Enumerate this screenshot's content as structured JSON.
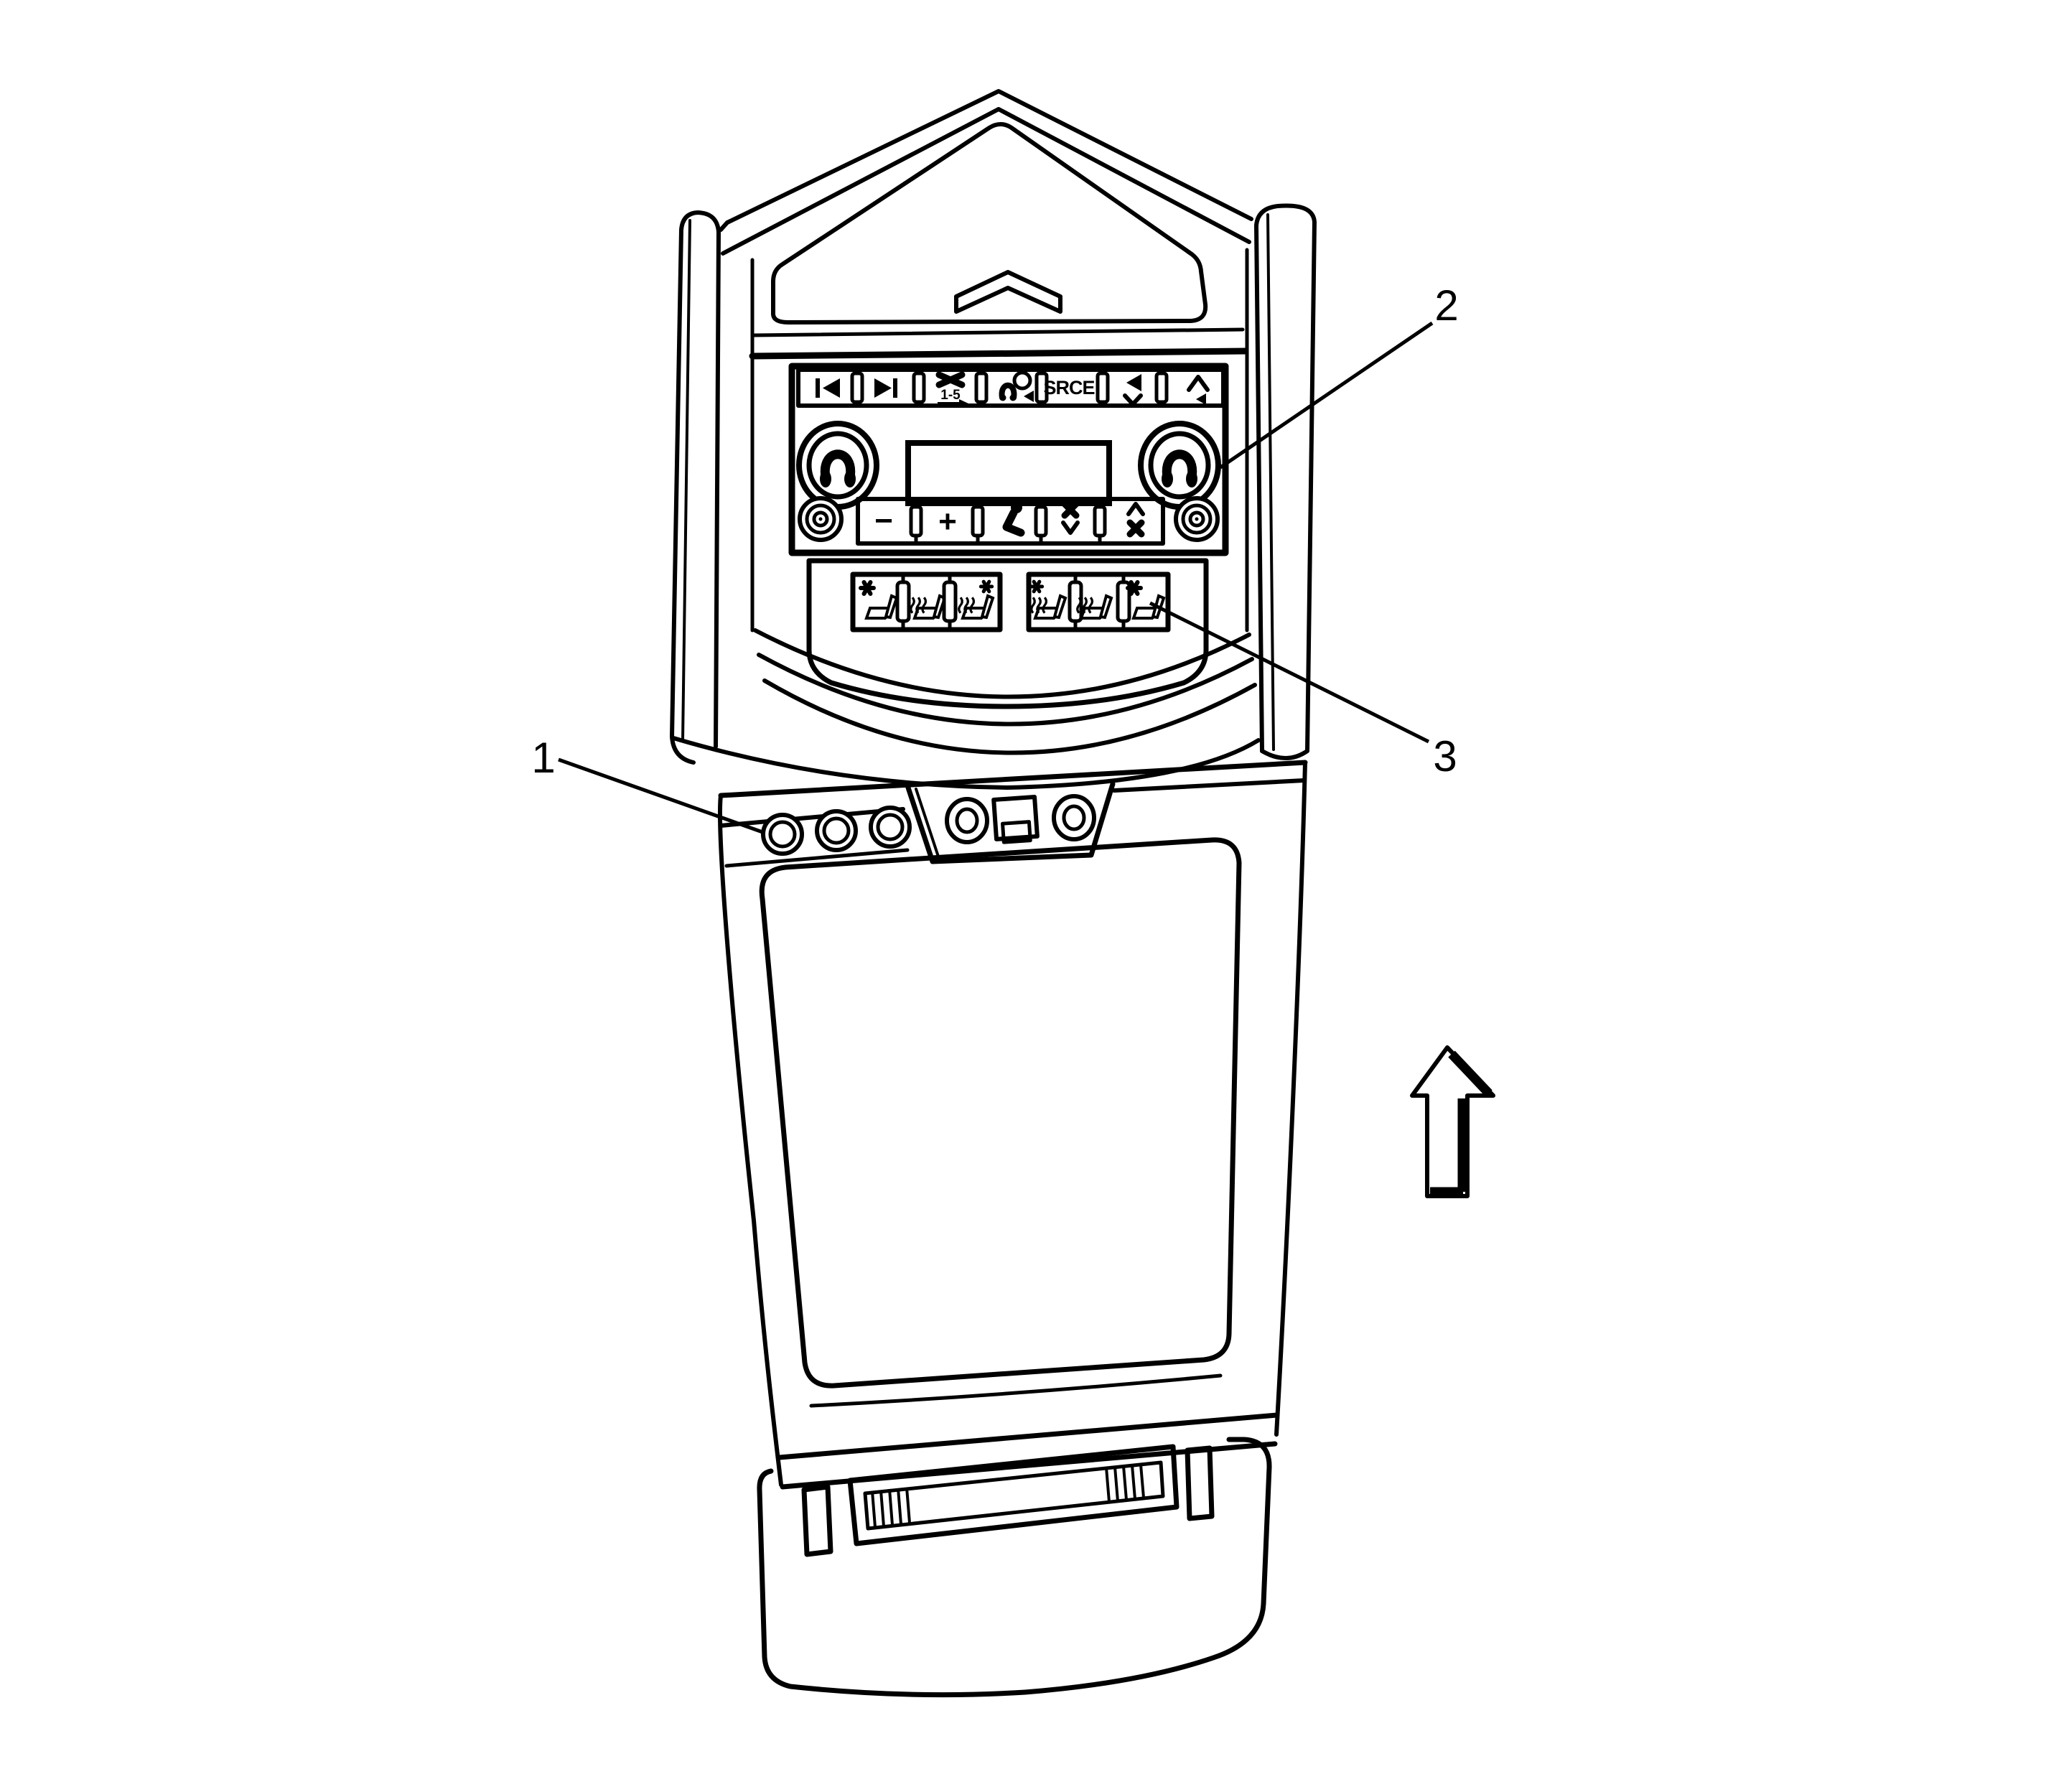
{
  "figure": {
    "kind": "service-manual-line-diagram",
    "subject": "rear floor console with rear audio controls and heated seat switches"
  },
  "colors": {
    "ink": "#000000",
    "paper": "#ffffff"
  },
  "callouts": {
    "one": {
      "label": "1",
      "target": "auxiliary-input-jacks"
    },
    "two": {
      "label": "2",
      "target": "rear-audio-control-panel"
    },
    "three": {
      "label": "3",
      "target": "heated-seat-switch-bank"
    }
  },
  "audio_panel": {
    "source_label": "SRCE",
    "disc_range_label": "1-5",
    "minus_label": "−",
    "plus_label": "+",
    "top_row_icons": [
      "previous-track-icon",
      "indicator-lamp",
      "next-track-icon",
      "indicator-lamp",
      "disc-1-5-icon",
      "indicator-lamp",
      "headphone-audio-icon",
      "indicator-lamp",
      "source-button",
      "indicator-lamp",
      "volume-down-icon",
      "indicator-lamp",
      "volume-up-icon"
    ],
    "bottom_row_icons": [
      "minus-button",
      "indicator-lamp",
      "plus-button",
      "indicator-lamp",
      "seat-occupant-icon",
      "indicator-lamp",
      "fan-down-icon",
      "indicator-lamp",
      "fan-up-icon"
    ]
  },
  "seat_controls": {
    "left_group_icons": [
      "cooled-seat-icon",
      "indicator-lamp",
      "heated-seat-icon",
      "indicator-lamp",
      "heated-cooled-seat-icon"
    ],
    "right_group_icons": [
      "heated-cooled-seat-icon",
      "indicator-lamp",
      "heated-seat-icon",
      "indicator-lamp",
      "cooled-seat-icon"
    ]
  },
  "arrow": {
    "direction": "up"
  }
}
